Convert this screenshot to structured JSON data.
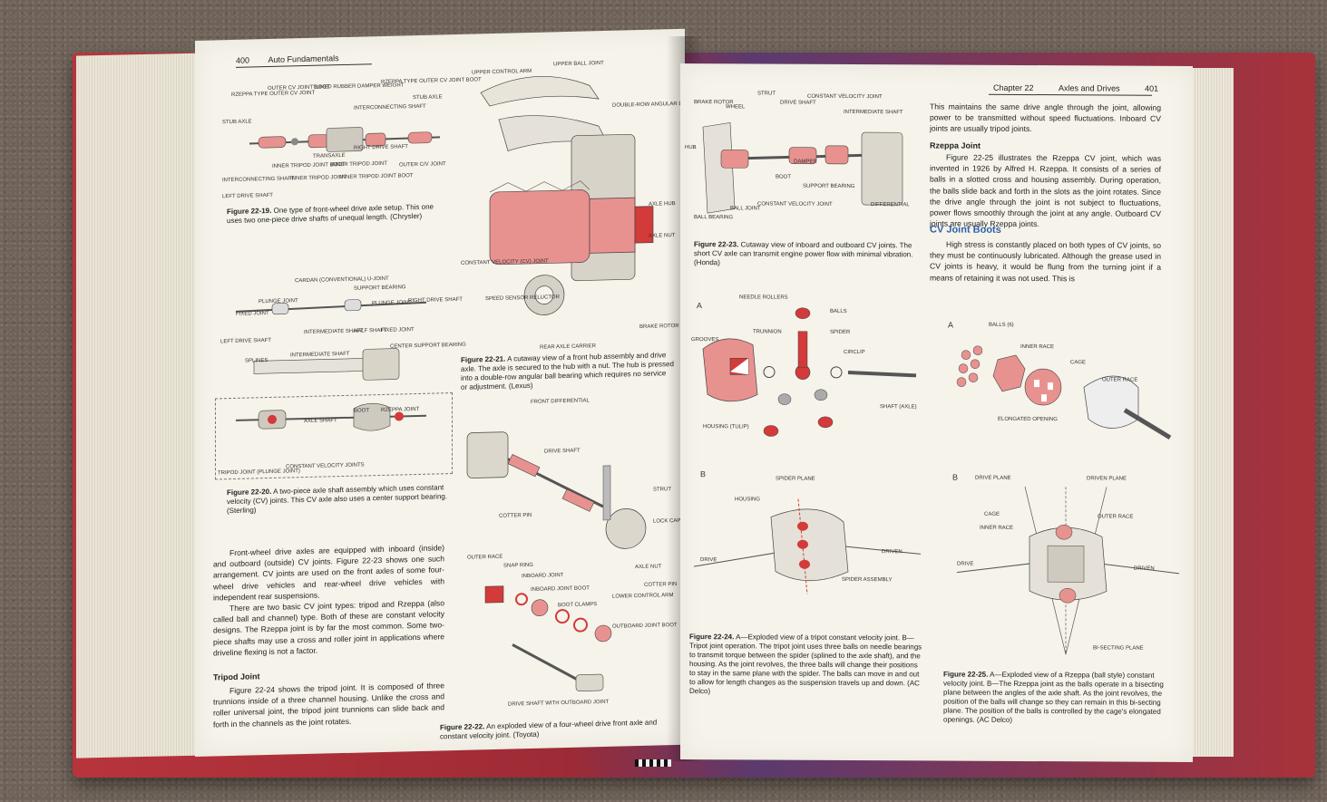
{
  "left_page": {
    "page_number": "400",
    "running_head": "Auto Fundamentals",
    "figures": {
      "fig_22_19": {
        "labels": [
          "RZEPPA TYPE OUTER CV JOINT",
          "OUTER CV JOINT BOOT",
          "TUNED RUBBER DAMPER WEIGHT",
          "RZEPPA TYPE OUTER CV JOINT BOOT",
          "STUB AXLE",
          "INTERCONNECTING SHAFT",
          "STUB AXLE",
          "TRANSAXLE",
          "RIGHT DRIVE SHAFT",
          "INNER TRIPOD JOINT BOOT",
          "INNER TRIPOD JOINT",
          "INTERCONNECTING SHAFT",
          "INNER TRIPOD JOINT",
          "INNER TRIPOD JOINT BOOT",
          "OUTER C/V JOINT",
          "LEFT DRIVE SHAFT"
        ],
        "caption_label": "Figure 22-19.",
        "caption_text": "One type of front-wheel drive axle setup. This one uses two one-piece drive shafts of unequal length. (Chrysler)"
      },
      "fig_22_20": {
        "labels": [
          "CARDAN (CONVENTIONAL) U-JOINT",
          "SUPPORT BEARING",
          "PLUNGE JOINT",
          "FIXED JOINT",
          "PLUNGE JOINT",
          "RIGHT DRIVE SHAFT",
          "LEFT DRIVE SHAFT",
          "INTERMEDIATE SHAFT",
          "HALF SHAFT",
          "FIXED JOINT",
          "CENTER SUPPORT BEARING",
          "SPLINES",
          "INTERMEDIATE SHAFT",
          "BOOT",
          "RZEPPA JOINT",
          "AXLE SHAFT",
          "TRIPOD JOINT (PLUNGE JOINT)",
          "CONSTANT VELOCITY JOINTS"
        ],
        "caption_label": "Figure 22-20.",
        "caption_text": "A two-piece axle shaft assembly which uses constant velocity (CV) joints. This CV axle also uses a center support bearing. (Sterling)"
      },
      "fig_22_21": {
        "labels": [
          "UPPER CONTROL ARM",
          "UPPER BALL JOINT",
          "DOUBLE-ROW ANGULAR BALL BEARING",
          "AXLE HUB",
          "AXLE NUT",
          "CONSTANT VELOCITY (CV) JOINT",
          "SPEED SENSOR RELUCTOR",
          "BRAKE ROTOR",
          "REAR AXLE CARRIER"
        ],
        "caption_label": "Figure 22-21.",
        "caption_text": "A cutaway view of a front hub assembly and drive axle. The axle is secured to the hub with a nut. The hub is pressed into a double-row angular ball bearing which requires no service or adjustment. (Lexus)"
      },
      "fig_22_22": {
        "labels": [
          "FRONT DIFFERENTIAL",
          "DRIVE SHAFT",
          "STRUT",
          "COTTER PIN",
          "LOCK CAP",
          "AXLE NUT",
          "OUTER RACE",
          "SNAP RING",
          "INBOARD JOINT",
          "INBOARD JOINT BOOT",
          "BOOT CLAMPS",
          "COTTER PIN",
          "LOWER CONTROL ARM",
          "OUTBOARD JOINT BOOT",
          "DRIVE SHAFT WITH OUTBOARD JOINT"
        ],
        "caption_label": "Figure 22-22.",
        "caption_text": "An exploded view of a four-wheel drive front axle and constant velocity joint. (Toyota)"
      }
    },
    "body": {
      "para1": "Front-wheel drive axles are equipped with inboard (inside) and outboard (outside) CV joints. Figure 22-23 shows one such arrangement. CV joints are used on the front axles of some four-wheel drive vehicles and rear-wheel drive vehicles with independent rear suspensions.",
      "para2": "There are two basic CV joint types: tripod and Rzeppa (also called ball and channel) type. Both of these are constant velocity designs. The Rzeppa joint is by far the most common. Some two-piece shafts may use a cross and roller joint in applications where driveline flexing is not a factor.",
      "subhead": "Tripod Joint",
      "para3": "Figure 22-24 shows the tripod joint. It is composed of three trunnions inside of a three channel housing. Unlike the cross and roller universal joint, the tripod joint trunnions can slide back and forth in the channels as the joint rotates."
    }
  },
  "right_page": {
    "page_number": "401",
    "chapter": "Chapter 22",
    "running_head": "Axles and Drives",
    "figures": {
      "fig_22_23": {
        "labels": [
          "BRAKE ROTOR",
          "WHEEL",
          "STRUT",
          "DRIVE SHAFT",
          "CONSTANT VELOCITY JOINT",
          "INTERMEDIATE SHAFT",
          "HUB",
          "DAMPER",
          "BOOT",
          "SUPPORT BEARING",
          "DIFFERENTIAL",
          "BALL BEARING",
          "BALL JOINT",
          "CONSTANT VELOCITY JOINT"
        ],
        "caption_label": "Figure 22-23.",
        "caption_text": "Cutaway view of inboard and outboard CV joints. The short CV axle can transmit engine power flow with minimal vibration. (Honda)"
      },
      "fig_22_24": {
        "panel_a": "A",
        "panel_b": "B",
        "labels_a": [
          "NEEDLE ROLLERS",
          "BALLS",
          "TRUNNION",
          "SPIDER",
          "GROOVES",
          "CIRCLIP",
          "HOUSING (TULIP)",
          "SHAFT (AXLE)"
        ],
        "labels_b": [
          "SPIDER PLANE",
          "HOUSING",
          "DRIVEN",
          "DRIVE",
          "SPIDER ASSEMBLY"
        ],
        "caption_label": "Figure 22-24.",
        "caption_text": "A—Exploded view of a tripot constant velocity joint. B—Tripot joint operation. The tripot joint uses three balls on needle bearings to transmit torque between the spider (splined to the axle shaft), and the housing. As the joint revolves, the three balls will change their positions to stay in the same plane with the spider. The balls can move in and out to allow for length changes as the suspension travels up and down. (AC Delco)"
      },
      "fig_22_25": {
        "panel_a": "A",
        "panel_b": "B",
        "labels_a": [
          "BALLS (6)",
          "INNER RACE",
          "CAGE",
          "OUTER RACE",
          "ELONGATED OPENING"
        ],
        "labels_b": [
          "DRIVE PLANE",
          "DRIVEN PLANE",
          "CAGE",
          "OUTER RACE",
          "INNER RACE",
          "DRIVE",
          "DRIVEN",
          "BI-SECTING PLANE"
        ],
        "caption_label": "Figure 22-25.",
        "caption_text": "A—Exploded view of a Rzeppa (ball style) constant velocity joint. B—The Rzeppa joint as the balls operate in a bisecting plane between the angles of the axle shaft. As the joint revolves, the position of the balls will change so they can remain in this bi-secting plane. The position of the balls is controlled by the cage's elongated openings. (AC Delco)"
      }
    },
    "body": {
      "para1": "This maintains the same drive angle through the joint, allowing power to be transmitted without speed fluctuations. Inboard CV joints are usually tripod joints.",
      "subhead": "Rzeppa Joint",
      "para2": "Figure 22-25 illustrates the Rzeppa CV joint, which was invented in 1926 by Alfred H. Rzeppa. It consists of a series of balls in a slotted cross and housing assembly. During operation, the balls slide back and forth in the slots as the joint rotates. Since the drive angle through the joint is not subject to fluctuations, power flows smoothly through the joint at any angle. Outboard CV joints are usually Rzeppa joints.",
      "bluehead": "CV Joint Boots",
      "para3": "High stress is constantly placed on both types of CV joints, so they must be continuously lubricated. Although the grease used in CV joints is heavy, it would be flung from the turning joint if a means of retaining it was not used. This is"
    }
  },
  "colors": {
    "accent_pink": "#e8928f",
    "accent_red": "#d33a3a",
    "heading_blue": "#2e5fa8",
    "paper": "#f6f3ea",
    "cover_red": "#b8343c"
  }
}
